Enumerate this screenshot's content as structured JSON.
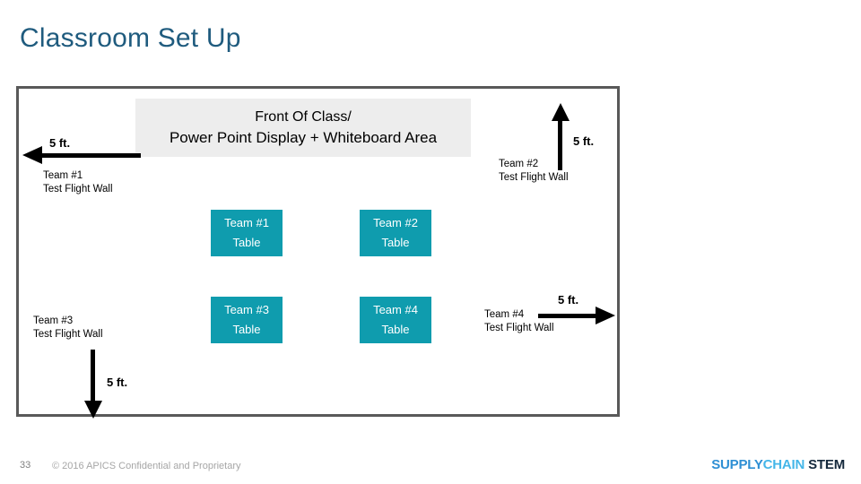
{
  "slide": {
    "title": "Classroom Set Up"
  },
  "room": {
    "front_banner": {
      "line1": "Front Of Class/",
      "line2": "Power Point Display + Whiteboard Area"
    },
    "measurements": {
      "left": "5 ft.",
      "top_right": "5 ft.",
      "bottom_right": "5 ft.",
      "bottom_left": "5 ft."
    },
    "walls": [
      {
        "name": "team1-wall",
        "line1": "Team #1",
        "line2": "Test Flight Wall"
      },
      {
        "name": "team2-wall",
        "line1": "Team #2",
        "line2": "Test Flight Wall"
      },
      {
        "name": "team3-wall",
        "line1": "Team #3",
        "line2": "Test Flight Wall"
      },
      {
        "name": "team4-wall",
        "line1": "Team #4",
        "line2": "Test Flight Wall"
      }
    ],
    "tables": [
      {
        "name": "team1-table",
        "line1": "Team #1",
        "line2": "Table"
      },
      {
        "name": "team2-table",
        "line1": "Team #2",
        "line2": "Table"
      },
      {
        "name": "team3-table",
        "line1": "Team #3",
        "line2": "Table"
      },
      {
        "name": "team4-table",
        "line1": "Team #4",
        "line2": "Table"
      }
    ]
  },
  "footer": {
    "page_number": "33",
    "copyright": "© 2016 APICS Confidential and Proprietary",
    "logo": {
      "word1": "SUPPLY",
      "word2": "CHAIN",
      "word3": "STEM"
    }
  },
  "colors": {
    "title": "#1F5B7E",
    "table_fill": "#0F9CAE",
    "banner_fill": "#EDEDED",
    "outline": "#595959",
    "footer_text": "#A6A6A6",
    "logo_blue": "#2E8FD4",
    "logo_cyan": "#45B6E8",
    "logo_navy": "#14283C"
  }
}
